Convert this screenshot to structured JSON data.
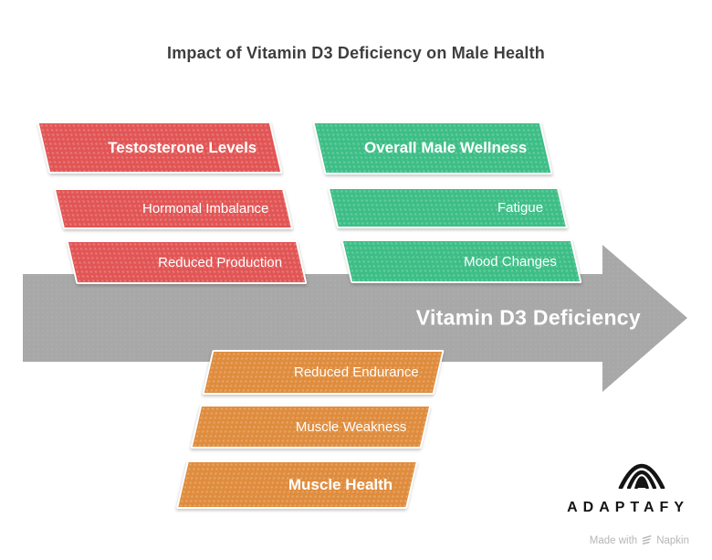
{
  "title": "Impact of Vitamin D3 Deficiency on Male Health",
  "arrow": {
    "label": "Vitamin D3 Deficiency",
    "color": "#a8a8a8"
  },
  "groups": [
    {
      "name": "testosterone",
      "color": "#e25555",
      "items": [
        {
          "label": "Testosterone Levels",
          "emphasis": true
        },
        {
          "label": "Hormonal Imbalance",
          "emphasis": false
        },
        {
          "label": "Reduced Production",
          "emphasis": false
        }
      ]
    },
    {
      "name": "wellness",
      "color": "#3dbe86",
      "items": [
        {
          "label": "Overall Male Wellness",
          "emphasis": true
        },
        {
          "label": "Fatigue",
          "emphasis": false
        },
        {
          "label": "Mood Changes",
          "emphasis": false
        }
      ]
    },
    {
      "name": "muscle",
      "color": "#df8c3d",
      "items": [
        {
          "label": "Reduced Endurance",
          "emphasis": false
        },
        {
          "label": "Muscle Weakness",
          "emphasis": false
        },
        {
          "label": "Muscle Health",
          "emphasis": true
        }
      ]
    }
  ],
  "colors": {
    "title_text": "#3e3e3e",
    "shape_text": "#ffffff",
    "arrow_gray": "#a8a8a8",
    "red": "#e25555",
    "green": "#3dbe86",
    "orange": "#df8c3d",
    "made_with_text": "#b6b6b6",
    "logo_black": "#141414"
  },
  "branding": {
    "logo_text": "ADAPTAFY",
    "made_with_prefix": "Made with",
    "made_with_brand": "Napkin"
  }
}
